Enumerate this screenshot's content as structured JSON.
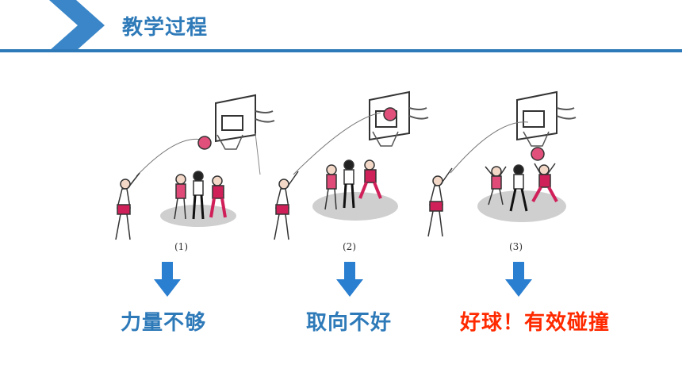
{
  "header": {
    "title": "教学过程"
  },
  "panels": [
    {
      "number": "(1)",
      "caption": "力量不够",
      "caption_color": "#2e7ab9"
    },
    {
      "number": "(2)",
      "caption": "取向不好",
      "caption_color": "#2e7ab9"
    },
    {
      "number": "(3)",
      "caption": "好球！有效碰撞",
      "caption_color": "#ff2a00"
    }
  ],
  "colors": {
    "accent": "#2e7ab9",
    "highlight": "#ff2a00",
    "arrow": "#2b7fd0"
  }
}
